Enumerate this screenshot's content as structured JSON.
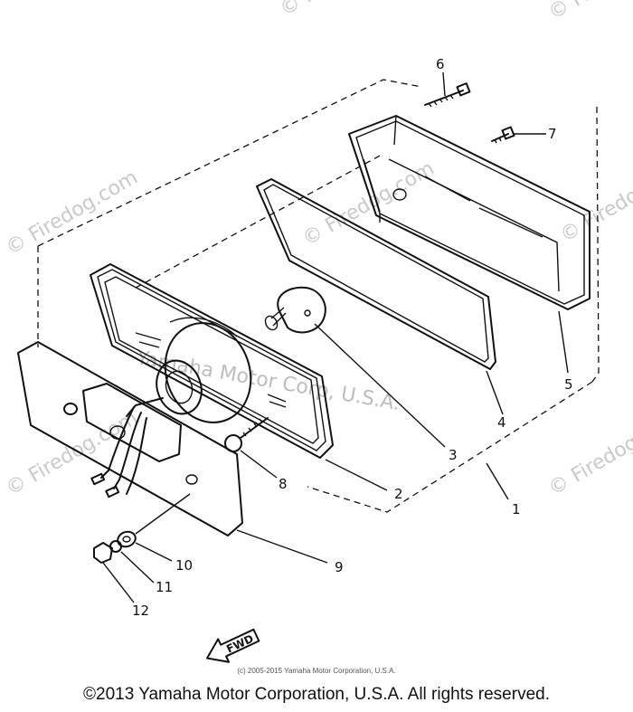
{
  "callouts": [
    "1",
    "2",
    "3",
    "4",
    "5",
    "6",
    "7",
    "8",
    "9",
    "10",
    "11",
    "12"
  ],
  "watermark_text": "© Firedog.com",
  "watermark_brand": "Yamaha Motor Corp, U.S.A.",
  "fwd_label": "FWD",
  "small_copyright": "(c) 2005-2015 Yamaha Motor Corporation, U.S.A.",
  "footer_copyright": "©2013 Yamaha Motor Corporation, U.S.A. All rights reserved."
}
